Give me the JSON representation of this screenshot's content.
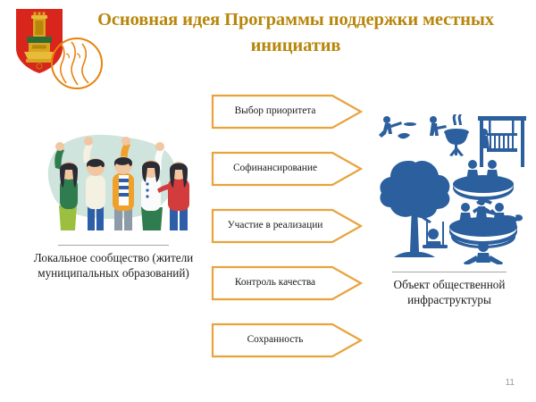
{
  "slide": {
    "title": "Основная идея Программы поддержки местных инициатив",
    "page_number": "11",
    "title_color": "#b8860b",
    "background_color": "#ffffff"
  },
  "logo": {
    "coat_of_arms_name": "tver-oblast-coat-of-arms",
    "coat_of_arms_shield_color": "#d9261c",
    "coat_of_arms_throne_color": "#d9a520",
    "circle_logo_name": "three-faces-circle-logo",
    "circle_logo_color": "#e8820c"
  },
  "left": {
    "illustration_name": "community-people-illustration",
    "illustration_background": "#cfe4dd",
    "caption": "Локальное сообщество (жители муниципальных образований)",
    "caption_lines": [
      "Локальное сообщество",
      "(жители",
      "муниципальных",
      "образований)"
    ],
    "people": [
      {
        "label": "person-green-sweater",
        "top_color": "#2f7d4f",
        "bottom_color": "#9cbf3f"
      },
      {
        "label": "person-cream-top",
        "top_color": "#f4f0e2",
        "bottom_color": "#2d5fa8"
      },
      {
        "label": "person-orange-jacket",
        "top_color": "#f0a12a",
        "bottom_color": "#8d9aa8"
      },
      {
        "label": "person-white-blouse",
        "top_color": "#fbfbfb",
        "bottom_color": "#2f7d4f"
      },
      {
        "label": "person-red-sweater",
        "top_color": "#d23c3c",
        "bottom_color": "#2d5fa8"
      }
    ]
  },
  "arrows": {
    "outline_color": "#e8a33d",
    "fill_color": "#ffffff",
    "items": [
      {
        "label": "Выбор приоритета"
      },
      {
        "label": "Софинансирование"
      },
      {
        "label": "Участие в реализации"
      },
      {
        "label": "Контроль качества"
      },
      {
        "label": "Сохранность"
      }
    ]
  },
  "right": {
    "illustration_name": "public-infrastructure-illustration",
    "illustration_color": "#2b5f9e",
    "caption": "Объект общественной инфраструктуры",
    "caption_lines": [
      "Объект общественной",
      "инфраструктуры"
    ],
    "elements": [
      "frisbee-player-icon",
      "barbecue-grill-icon",
      "porch-swing-icon",
      "tree-with-swing-icon",
      "sandbox-icon",
      "dog-walker-icon",
      "splash-pool-icon",
      "trampoline-icon"
    ]
  }
}
